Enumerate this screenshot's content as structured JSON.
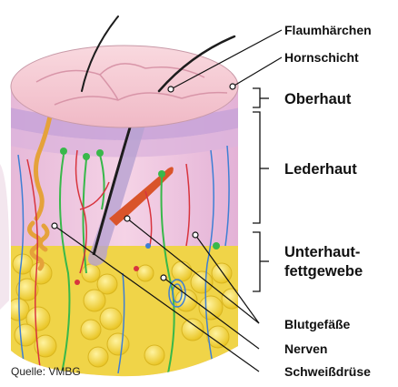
{
  "labels": {
    "flaumhaerchen": "Flaumhärchen",
    "hornschicht": "Hornschicht",
    "oberhaut": "Oberhaut",
    "lederhaut": "Lederhaut",
    "unterhaut_1": "Unterhaut-",
    "unterhaut_2": "fettgewebe",
    "blutgefaesse": "Blutgefäße",
    "nerven": "Nerven",
    "schweissdruese": "Schweißdrüse"
  },
  "source": "Quelle: VMBG",
  "colors": {
    "epidermis_top": "#f4c9d6",
    "epidermis_band": "#c9a6d6",
    "dermis": "#eec6de",
    "fat": "#f2d53a",
    "hair": "#1c1c1c",
    "gland": "#e5a23a",
    "muscle": "#d9542a",
    "nerve": "#38b84a",
    "vessel_red": "#d8343e",
    "vessel_blue": "#3e7fd4"
  }
}
